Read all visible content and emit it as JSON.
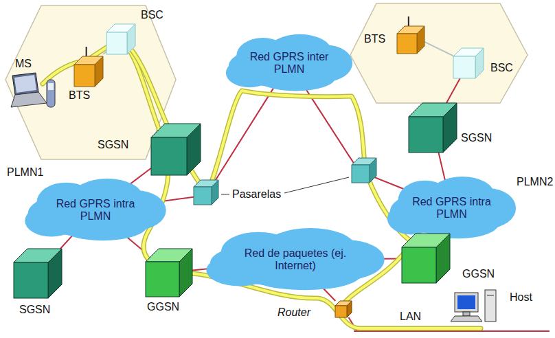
{
  "diagram": {
    "nodes": [
      {
        "text": [
          "MS"
        ]
      },
      {
        "text": [
          "BTS"
        ]
      },
      {
        "text": [
          "BSC"
        ]
      },
      {
        "text": [
          "BTS"
        ]
      },
      {
        "text": [
          "BSC"
        ]
      },
      {
        "text": [
          "SGSN"
        ]
      },
      {
        "text": [
          "Red GPRS inter PLMN"
        ]
      },
      {
        "text": [
          "SGSN"
        ]
      },
      {
        "text": [
          "Red GPRS intra PLMN"
        ]
      },
      {
        "text": [
          "Red GPRS intra PLMN"
        ]
      },
      {
        "text": [
          "Red de paquetes (ej. Internet)"
        ]
      },
      {
        "text": [
          "GGSN"
        ]
      },
      {
        "text": [
          "GGSN"
        ]
      },
      {
        "text": [
          "SGSN"
        ]
      },
      {
        "text": [
          "Router"
        ]
      },
      {
        "text": [
          "Host"
        ]
      }
    ],
    "edges": [
      {
        "from": 1,
        "to": 2,
        "arrow": "none"
      },
      {
        "from": 3,
        "to": 4,
        "arrow": "none"
      },
      {
        "from": 4,
        "to": 7,
        "arrow": "none"
      },
      {
        "from": 5,
        "to": 8,
        "arrow": "none"
      },
      {
        "from": 13,
        "to": 8,
        "arrow": "none"
      },
      {
        "from": 11,
        "to": 8,
        "arrow": "none"
      },
      {
        "from": 11,
        "to": 10,
        "arrow": "none"
      },
      {
        "from": 8,
        "to": 6,
        "arrow": "none"
      },
      {
        "from": 6,
        "to": 9,
        "arrow": "none"
      },
      {
        "from": 7,
        "to": 9,
        "arrow": "none"
      },
      {
        "from": 9,
        "to": 12,
        "arrow": "none"
      },
      {
        "from": 12,
        "to": 10,
        "arrow": "none"
      },
      {
        "from": 10,
        "to": 14,
        "arrow": "none"
      },
      {
        "from": 14,
        "to": 15,
        "arrow": "none"
      }
    ],
    "labels": [
      "PLMN1",
      "PLMN2",
      "Pasarelas",
      "LAN"
    ]
  }
}
